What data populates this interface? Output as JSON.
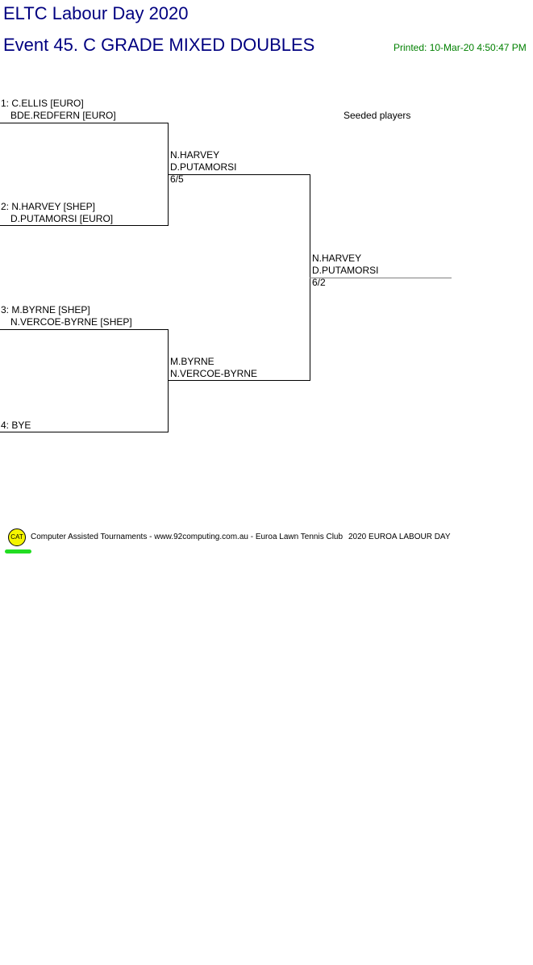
{
  "header": {
    "title": "ELTC Labour Day 2020",
    "event": "Event 45. C GRADE MIXED DOUBLES",
    "printed": "Printed: 10-Mar-20 4:50:47 PM"
  },
  "seeded_label": "Seeded players",
  "round1": [
    {
      "p1": "1: C.ELLIS [EURO]",
      "p2": "BDE.REDFERN [EURO]"
    },
    {
      "p1": "2: N.HARVEY [SHEP]",
      "p2": "D.PUTAMORSI [EURO]"
    },
    {
      "p1": "3: M.BYRNE [SHEP]",
      "p2": "N.VERCOE-BYRNE [SHEP]"
    },
    {
      "p1": "4: BYE",
      "p2": ""
    }
  ],
  "round2": [
    {
      "p1": "N.HARVEY",
      "p2": "D.PUTAMORSI",
      "score": "6/5"
    },
    {
      "p1": "M.BYRNE",
      "p2": "N.VERCOE-BYRNE",
      "score": ""
    }
  ],
  "final": {
    "p1": "N.HARVEY",
    "p2": "D.PUTAMORSI",
    "score": "6/2"
  },
  "footer": {
    "logo_text": "CAT",
    "credit": "Computer Assisted Tournaments - www.92computing.com.au -  Euroa Lawn Tennis Club",
    "tournament": "2020 EUROA LABOUR DAY"
  },
  "colors": {
    "title": "#000080",
    "printed": "#008000",
    "logo": "#f5f500",
    "logo_bar": "#22dd22"
  }
}
